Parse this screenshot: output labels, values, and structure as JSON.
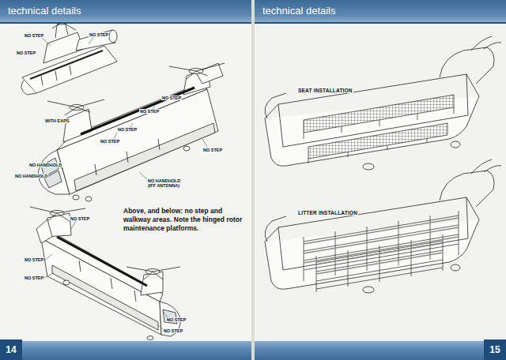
{
  "diagram": {
    "caption": "Above, and below: no step and walkway areas. Note the hinged rotor maintenance platforms.",
    "nodes": [
      {
        "text": [
          "technical details"
        ]
      },
      {
        "text": [
          "technical details"
        ]
      },
      {
        "text": [
          "14"
        ]
      },
      {
        "text": [
          "15"
        ]
      }
    ],
    "labels": [
      "NO STEP",
      "NO STEP",
      "NO STEP",
      "WITH EAPS",
      "NO STEP",
      "NO STEP",
      "NO STEP",
      "NO STEP",
      "NO STEP",
      "NO HANDHOLD",
      "NO HANDHOLD",
      "NO HANDHOLD (IFF ANTENNA)",
      "NO STEP",
      "NO STEP",
      "NO STEP",
      "NO STEP",
      "NO STEP",
      "SEAT INSTALLATION",
      "LITTER INSTALLATION"
    ]
  }
}
